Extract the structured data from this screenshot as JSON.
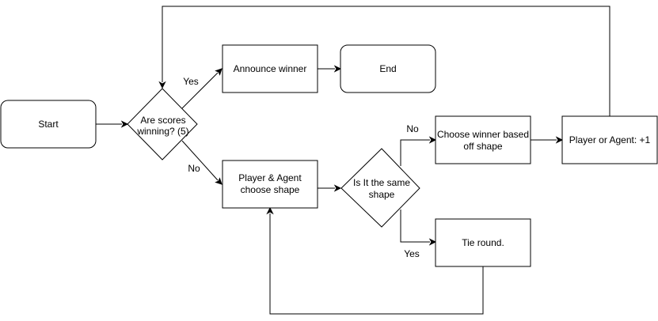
{
  "nodes": {
    "start": {
      "label": "Start"
    },
    "scores_decision": {
      "line1": "Are scores",
      "line2": "winning? (5)"
    },
    "announce_winner": {
      "label": "Announce winner"
    },
    "end": {
      "label": "End"
    },
    "choose_shape": {
      "line1": "Player & Agent",
      "line2": "choose shape"
    },
    "same_shape_decision": {
      "line1": "Is It the same",
      "line2": "shape"
    },
    "choose_winner": {
      "line1": "Choose winner based",
      "line2": "off shape"
    },
    "tie_round": {
      "label": "Tie round."
    },
    "player_or_agent": {
      "label": "Player or Agent: +1"
    }
  },
  "edge_labels": {
    "scores_yes": "Yes",
    "scores_no": "No",
    "shape_no": "No",
    "shape_yes": "Yes"
  }
}
